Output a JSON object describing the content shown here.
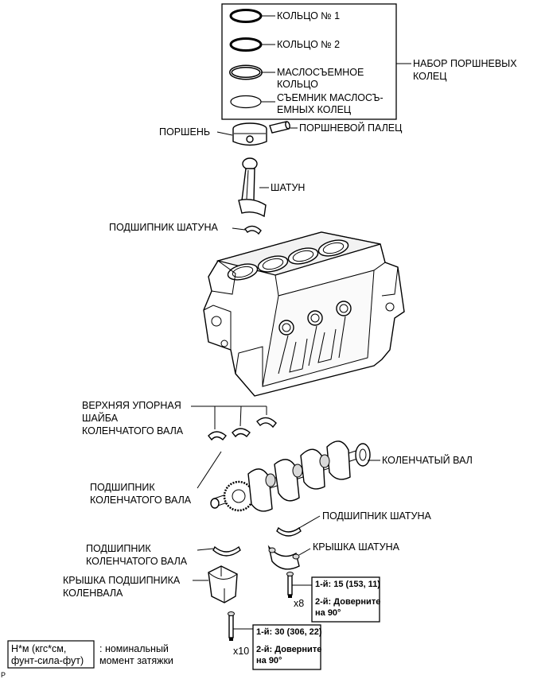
{
  "rings_box": {
    "ring1": "КОЛЬЦО № 1",
    "ring2": "КОЛЬЦО № 2",
    "oil_ring_l1": "МАСЛОСЪЕМНОЕ",
    "oil_ring_l2": "КОЛЬЦО",
    "expander_l1": "СЪЕМНИК МАСЛОСЪ-",
    "expander_l2": "ЕМНЫХ КОЛЕЦ"
  },
  "labels": {
    "ring_set_l1": "НАБОР ПОРШНЕВЫХ",
    "ring_set_l2": "КОЛЕЦ",
    "piston": "ПОРШЕНЬ",
    "piston_pin": "ПОРШНЕВОЙ ПАЛЕЦ",
    "conrod": "ШАТУН",
    "conrod_bearing_upper": "ПОДШИПНИК ШАТУНА",
    "thrust_washer_l1": "ВЕРХНЯЯ УПОРНАЯ",
    "thrust_washer_l2": "ШАЙБА",
    "thrust_washer_l3": "КОЛЕНЧАТОГО ВАЛА",
    "crank_bearing_upper_l1": "ПОДШИПНИК",
    "crank_bearing_upper_l2": "КОЛЕНЧАТОГО ВАЛА",
    "crankshaft": "КОЛЕНЧАТЫЙ ВАЛ",
    "conrod_bearing_lower": "ПОДШИПНИК ШАТУНА",
    "crank_bearing_lower_l1": "ПОДШИПНИК",
    "crank_bearing_lower_l2": "КОЛЕНЧАТОГО ВАЛА",
    "conrod_cap": "КРЫШКА ШАТУНА",
    "main_cap_l1": "КРЫШКА ПОДШИПНИКА",
    "main_cap_l2": "КОЛЕНВАЛА"
  },
  "torque_conrod": {
    "count": "x8",
    "step1": "1-й: 15 (153, 11)",
    "step2_l1": "2-й: Доверните",
    "step2_l2": "на 90°"
  },
  "torque_main": {
    "count": "x10",
    "step1": "1-й: 30 (306, 22)",
    "step2_l1": "2-й: Доверните",
    "step2_l2": "на 90°"
  },
  "legend": {
    "unit_l1": "Н*м (кгс*см,",
    "unit_l2": "фунт-сила-фут)",
    "desc_l1": ": номинальный",
    "desc_l2": "момент затяжки"
  },
  "corner_mark": "P"
}
